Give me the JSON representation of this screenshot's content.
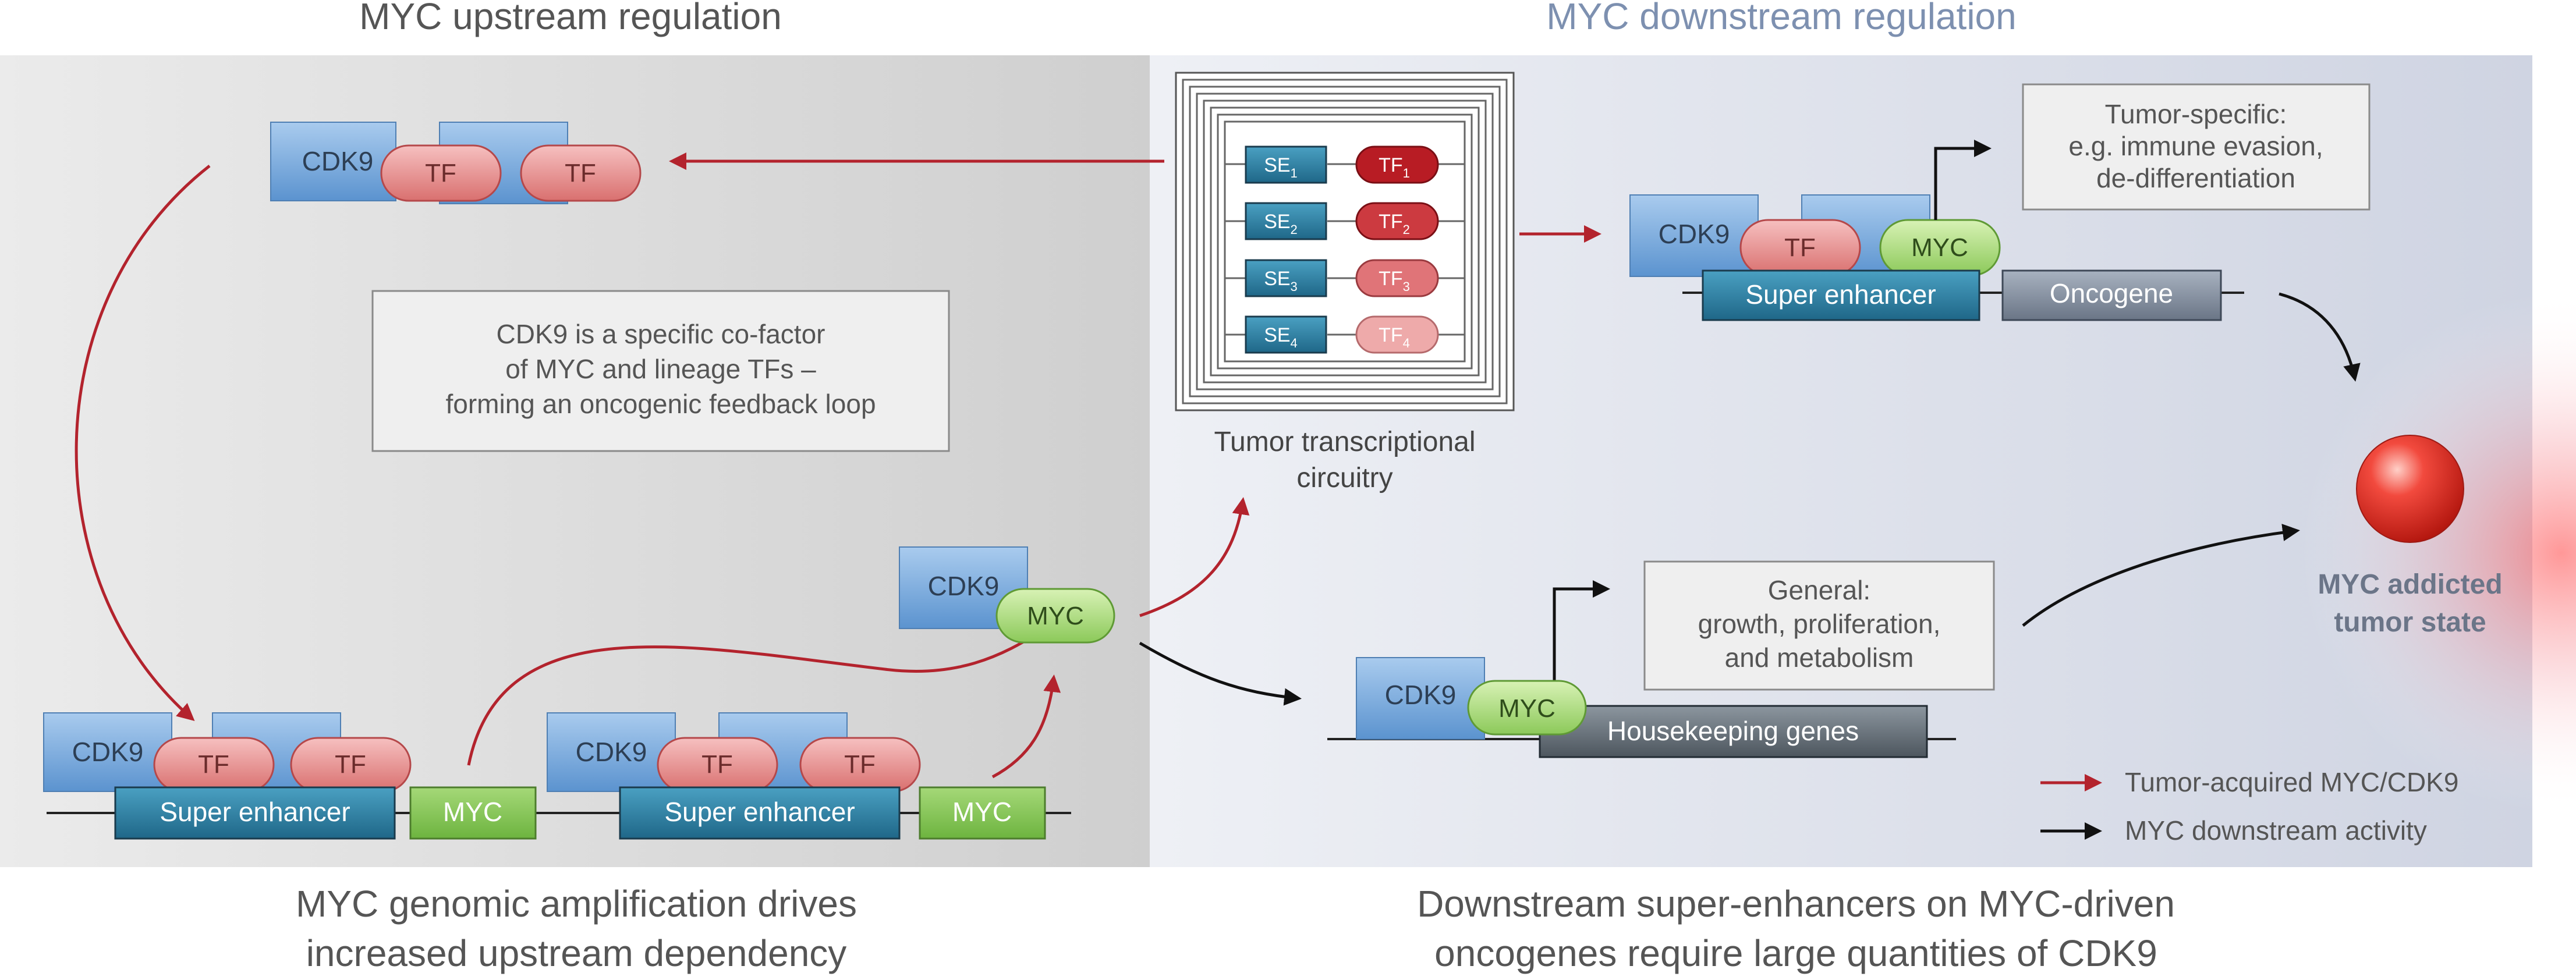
{
  "headings": {
    "upstream": "MYC upstream regulation",
    "downstream": "MYC downstream regulation"
  },
  "captions": {
    "left_line1": "MYC genomic amplification drives",
    "left_line2": "increased upstream dependency",
    "right_line1": "Downstream super-enhancers on MYC-driven",
    "right_line2": "oncogenes require large quantities of CDK9"
  },
  "labels": {
    "cdk9": "CDK9",
    "tf": "TF",
    "myc": "MYC",
    "super_enhancer": "Super enhancer",
    "oncogene": "Oncogene",
    "housekeeping": "Housekeeping genes",
    "se": "SE",
    "tf_sub": [
      "1",
      "2",
      "3",
      "4"
    ]
  },
  "notes": {
    "feedback": [
      "CDK9 is a specific co-factor",
      "of MYC and lineage TFs –",
      "forming an oncogenic feedback loop"
    ],
    "tumor_specific": [
      "Tumor-specific:",
      "e.g. immune evasion,",
      "de-differentiation"
    ],
    "general": [
      "General:",
      "growth, proliferation,",
      "and metabolism"
    ]
  },
  "circuitry_label": [
    "Tumor transcriptional",
    "circuitry"
  ],
  "tumor_state_label": [
    "MYC addicted",
    "tumor state"
  ],
  "legend": {
    "red": "Tumor-acquired MYC/CDK9",
    "black": "MYC downstream activity"
  },
  "colors": {
    "arrow_red": "#b3232d",
    "arrow_black": "#111111",
    "cdk9": "#6fa3d8",
    "tf": "#e58b8b",
    "myc": "#9ed46a",
    "enhancer": "#2a7fa3",
    "gene_box": "#7b8798",
    "heading_left": "#555555",
    "heading_right": "#7d90b0"
  }
}
